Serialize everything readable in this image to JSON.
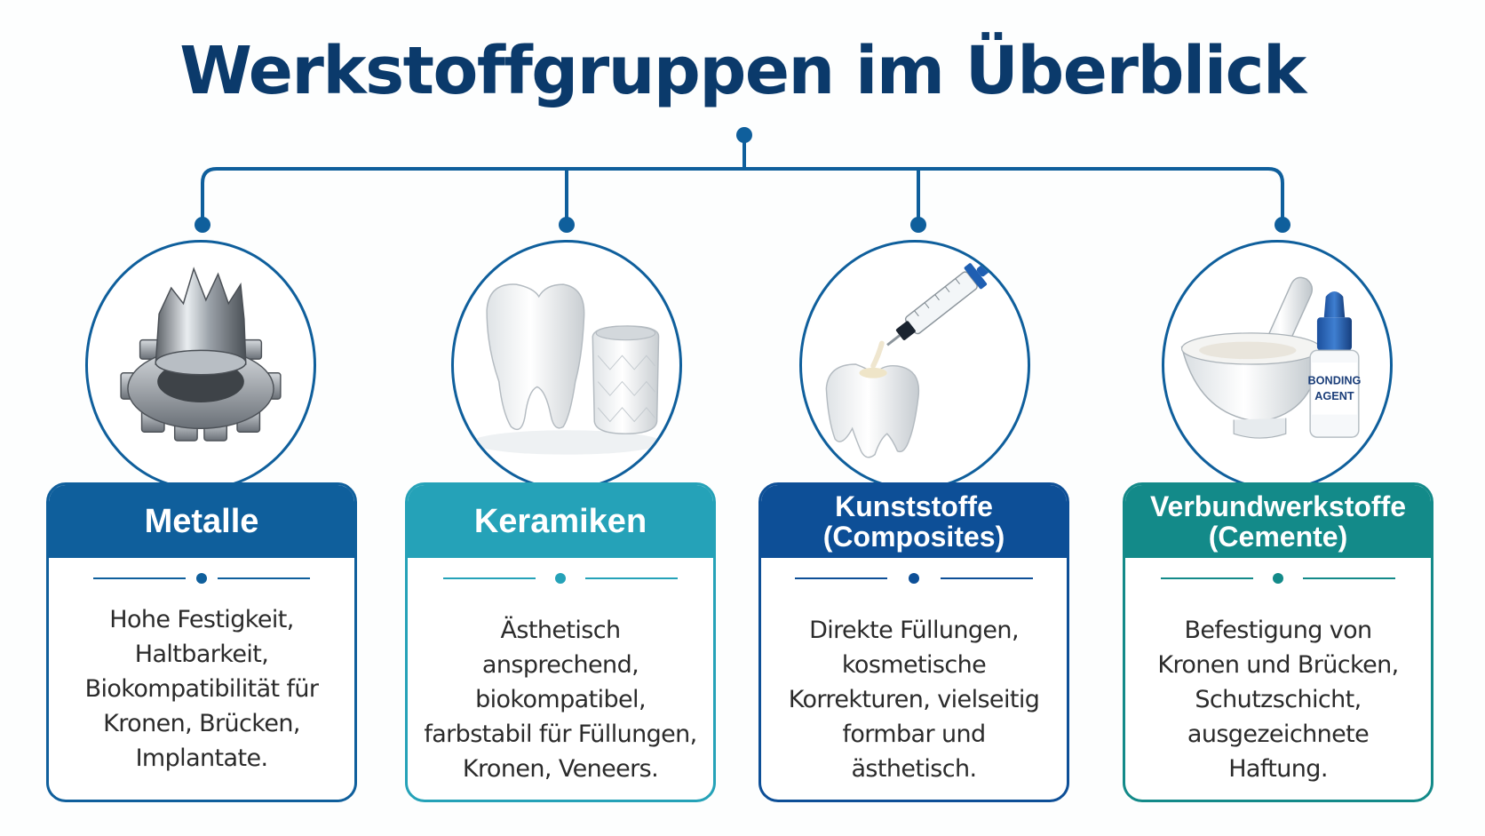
{
  "title": "Werkstoffgruppen im Überblick",
  "colors": {
    "title": "#0b3a6b",
    "connector": "#0f5f9c",
    "metalle_header": "#0f5f9c",
    "keramiken_header": "#25a2b8",
    "kunststoffe_header": "#0d4f97",
    "verbund_header": "#138a89"
  },
  "groups": [
    {
      "name_lines": [
        "Metalle"
      ],
      "description": "Hohe Festigkeit, Haltbarkeit, Biokompatibilität für Kronen, Brücken, Implantate.",
      "icon": "metal-crown-on-gear-icon"
    },
    {
      "name_lines": [
        "Keramiken"
      ],
      "description": "Ästhetisch ansprechend, biokompatibel, farbstabil für Füllungen, Kronen, Veneers.",
      "icon": "ceramic-tooth-and-vase-icon"
    },
    {
      "name_lines": [
        "Kunststoffe",
        "(Composites)"
      ],
      "description": "Direkte Füllungen, kosmetische Korrekturen, vielseitig formbar und ästhetisch.",
      "icon": "syringe-filling-tooth-icon"
    },
    {
      "name_lines": [
        "Verbundwerkstoffe",
        "(Cemente)"
      ],
      "description": "Befestigung von Kronen und Brücken, Schutzschicht, ausgezeichnete Haftung.",
      "icon": "mortar-and-bonding-bottle-icon",
      "bottle_label_lines": [
        "BONDING",
        "AGENT"
      ]
    }
  ]
}
